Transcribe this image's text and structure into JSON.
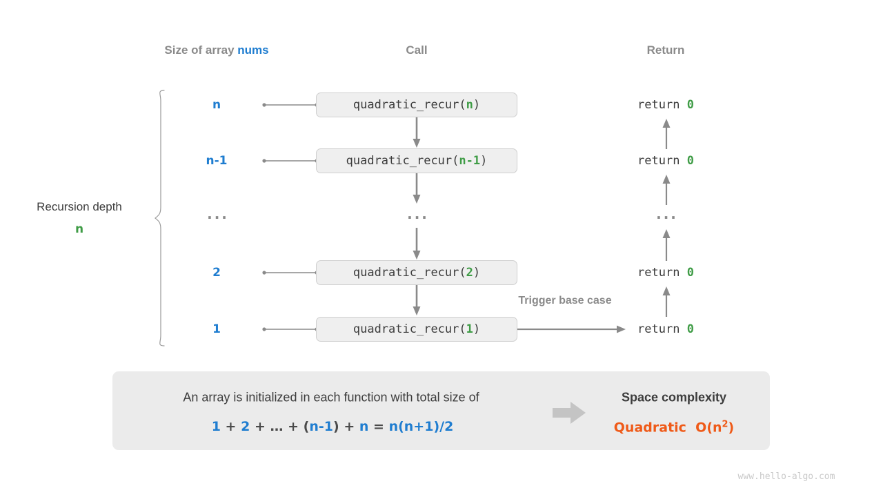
{
  "columns": {
    "size": {
      "prefix": "Size of array ",
      "highlight": "nums"
    },
    "call": "Call",
    "return": "Return"
  },
  "depth": {
    "caption": "Recursion depth",
    "value": "n"
  },
  "rows": [
    {
      "size": "n",
      "call_prefix": "quadratic_recur(",
      "call_arg": "n",
      "call_suffix": ")",
      "return_prefix": "return ",
      "return_value": "0"
    },
    {
      "size": "n-1",
      "call_prefix": "quadratic_recur(",
      "call_arg": "n-1",
      "call_suffix": ")",
      "return_prefix": "return ",
      "return_value": "0"
    },
    {
      "size": "...",
      "call_prefix": "...",
      "call_arg": "",
      "call_suffix": "",
      "return_prefix": "...",
      "return_value": ""
    },
    {
      "size": "2",
      "call_prefix": "quadratic_recur(",
      "call_arg": "2",
      "call_suffix": ")",
      "return_prefix": "return ",
      "return_value": "0"
    },
    {
      "size": "1",
      "call_prefix": "quadratic_recur(",
      "call_arg": "1",
      "call_suffix": ")",
      "return_prefix": "return ",
      "return_value": "0"
    }
  ],
  "trigger_note": "Trigger base case",
  "summary": {
    "text": "An array is initialized in each function with total size of",
    "formula": {
      "t1": "1",
      "op1": "+",
      "t2": "2",
      "op2": "+",
      "ell": "…",
      "op3": "+",
      "paren_open": "(",
      "t3": "n-1",
      "paren_close": ")",
      "op4": "+",
      "t4": "n",
      "eq": "=",
      "rhs": "n(n+1)/2"
    },
    "complexity_title": "Space complexity",
    "complexity_word": "Quadratic",
    "complexity_notation_prefix": "O(n",
    "complexity_notation_exp": "2",
    "complexity_notation_suffix": ")"
  },
  "watermark": "www.hello-algo.com",
  "colors": {
    "blue": "#1f7dd0",
    "green": "#3f9c46",
    "orange": "#ef5a18",
    "gray_text": "#3c3c3c",
    "gray_muted": "#8a8a8a",
    "panel": "#ebebeb",
    "box_fill": "#efefef",
    "box_border": "#cfcfcf",
    "arrow": "#8a8a8a"
  }
}
